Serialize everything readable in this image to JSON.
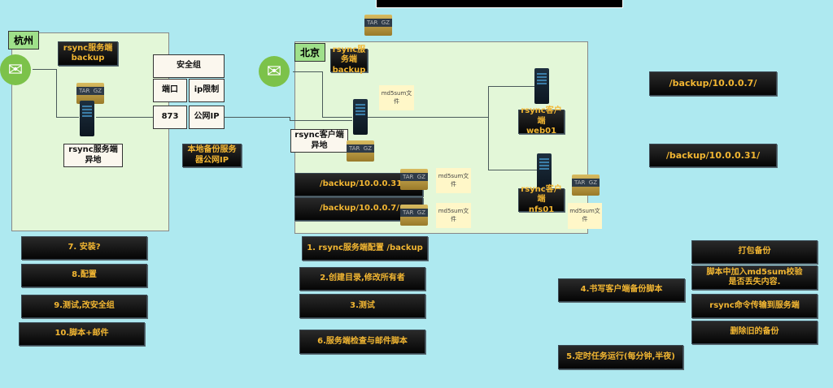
{
  "hangzhou": {
    "label": "杭州",
    "server_backup": "rsync服务端\nbackup",
    "server_remote": "rsync服务端\n异地"
  },
  "security_group": {
    "title": "安全组",
    "port_label": "端口",
    "ip_label": "ip限制",
    "port": "873",
    "ip": "公网IP",
    "note": "本地备份服务\n器公网IP"
  },
  "beijing": {
    "label": "北京",
    "server_backup": "rsync服务端\nbackup",
    "client_remote": "rsync客户端\n异地",
    "web01": "rsync客户端\nweb01",
    "nfs01": "rsync客户端\nnfs01",
    "path_31": "/backup/10.0.0.31/",
    "path_7": "/backup/10.0.0.7/",
    "md5": "md5sum文\n件"
  },
  "right": {
    "path_7": "/backup/10.0.0.7/",
    "path_31": "/backup/10.0.0.31/"
  },
  "steps": {
    "s1": "1. rsync服务端配置 /backup",
    "s2": "2.创建目录,修改所有者",
    "s3": "3.测试",
    "s4": "4.书写客户端备份脚本",
    "s5": "5.定时任务运行(每分钟,半夜)",
    "s6": "6.服务端检查与邮件脚本",
    "s7": "7. 安装?",
    "s8": "8.配置",
    "s9": "9.测试,改安全组",
    "s10": "10.脚本+邮件"
  },
  "script_steps": [
    "打包备份",
    "脚本中加入md5sum校验\n是否丢失内容.",
    "rsync命令传输到服务端",
    "删除旧的备份"
  ]
}
